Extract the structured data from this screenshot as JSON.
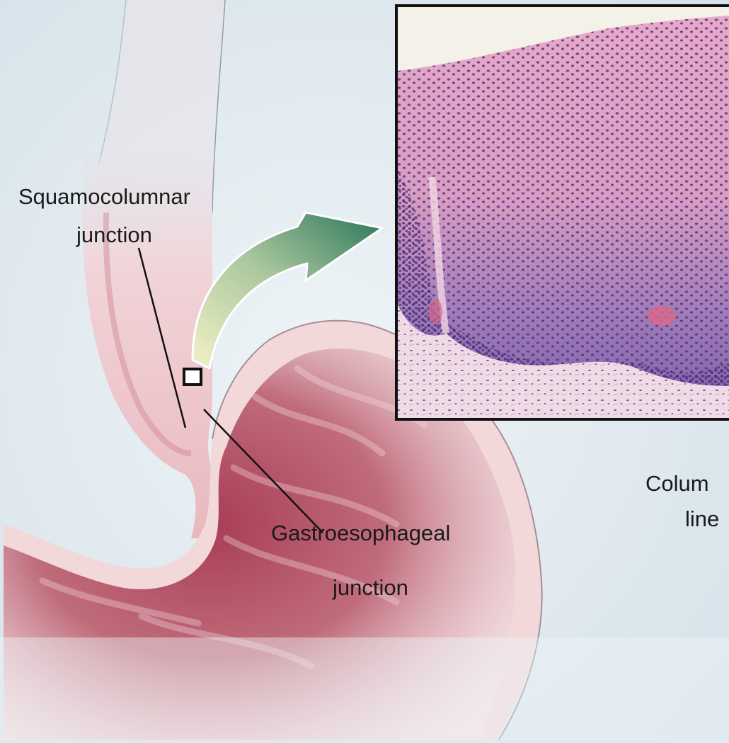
{
  "labels": {
    "squamocolumnar": [
      "Squamocolumnar",
      "junction"
    ],
    "gastroesophageal": [
      "Gastroesophageal",
      "junction"
    ],
    "columnar_cropped": [
      "Colum",
      "line"
    ]
  },
  "colors": {
    "background": "#dfe9ef",
    "tissue_wall": "#f3d6d6",
    "mucosa": "#b65a6c",
    "epithelium_pink": "#e8b6cc",
    "nuclei": "#4a2a78",
    "arrow_green": "#2f7a5e",
    "arrow_cream": "#f2efc0"
  }
}
